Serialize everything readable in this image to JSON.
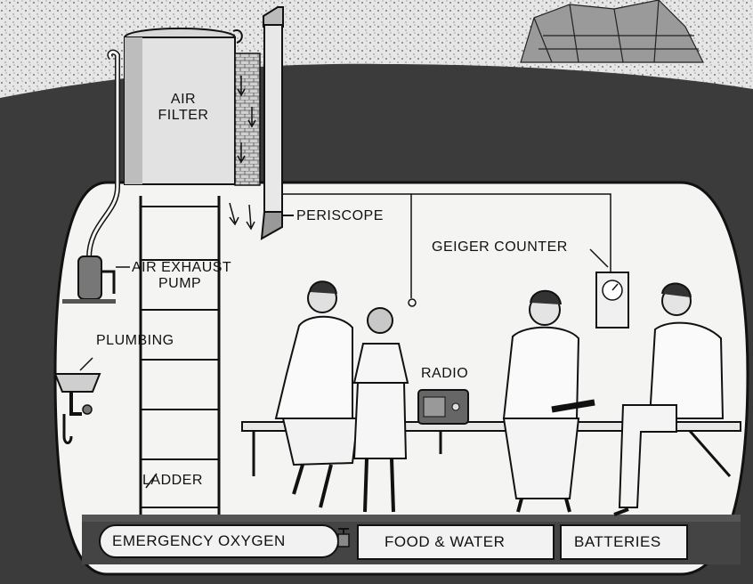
{
  "labels": {
    "air_filter_line1": "AIR",
    "air_filter_line2": "FILTER",
    "periscope": "PERISCOPE",
    "air_exhaust_line1": "AIR EXHAUST",
    "air_exhaust_line2": "PUMP",
    "plumbing": "PLUMBING",
    "geiger_counter": "GEIGER COUNTER",
    "radio": "RADIO",
    "ladder": "LADDER"
  },
  "storage": {
    "oxygen": "EMERGENCY OXYGEN",
    "food_water": "FOOD & WATER",
    "batteries": "BATTERIES"
  },
  "colors": {
    "earth": "#3b3b3b",
    "sky": "#dcdcdc",
    "shelter_interior": "#f4f4f2",
    "line": "#111111"
  }
}
